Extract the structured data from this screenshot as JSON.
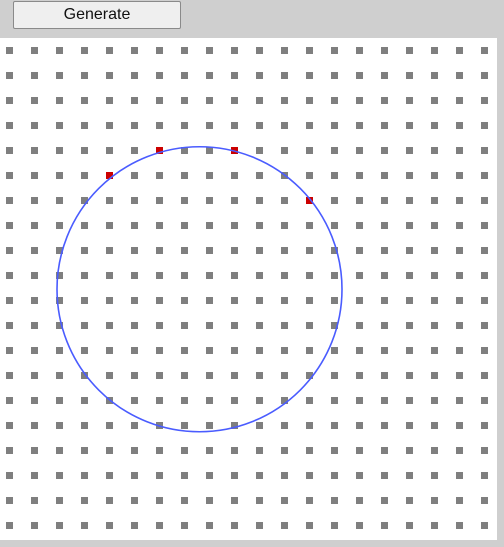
{
  "toolbar": {
    "generate_label": "Generate"
  },
  "grid": {
    "columns": 20,
    "rows": 20,
    "dot_color": "#7f7f7f",
    "highlight_color": "#cc0000"
  },
  "circle": {
    "stroke_color": "#4a5cff",
    "center_col": 7.6,
    "center_row": 9.55,
    "radius_cells": 5.7
  },
  "highlighted_dots": [
    {
      "col": 4,
      "row": 5
    },
    {
      "col": 6,
      "row": 4
    },
    {
      "col": 9,
      "row": 4
    },
    {
      "col": 12,
      "row": 6
    }
  ]
}
